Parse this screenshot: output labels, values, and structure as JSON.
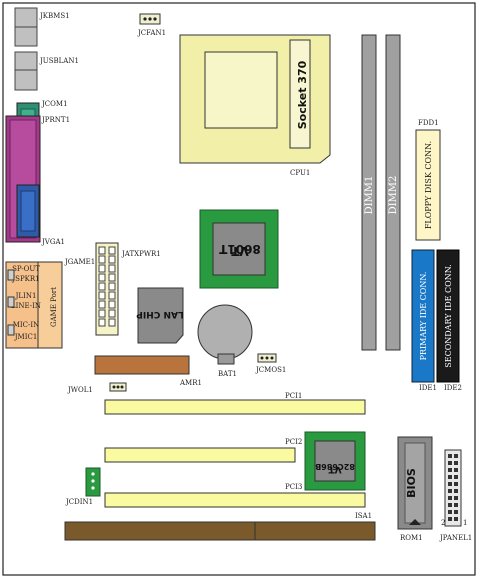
{
  "labels": {
    "jkbms1": "JKBMS1",
    "jcfan1": "JCFAN1",
    "jusblan1": "JUSBLAN1",
    "jcom1": "JCOM1",
    "jprnt1": "JPRNT1",
    "jvga1": "JVGA1",
    "jgame1": "JGAME1",
    "spout": "SP-OUT",
    "jspkr1": "JSPKR1",
    "jlin1": "JLIN1",
    "linein": "LINE-IN",
    "micin": "MIC-IN",
    "jmic1": "JMIC1",
    "gameport": "GAME Port",
    "socket": "Socket 370",
    "cpu1": "CPU1",
    "dimm1": "DIMM1",
    "dimm2": "DIMM2",
    "fdd1": "FDD1",
    "floppy": "FLOPPY DISK CONN.",
    "chipA_name": "VT",
    "chipA_model": "8601T",
    "jatxpwr1": "JATXPWR1",
    "lanchip": "LAN CHIP",
    "primary_ide": "PRIMARY IDE CONN.",
    "secondary_ide": "SECONDARY IDE CONN.",
    "ide1": "IDE1",
    "ide2": "IDE2",
    "amr1": "AMR1",
    "bat1": "BAT1",
    "jcmos1": "JCMOS1",
    "jwol1": "JWOL1",
    "pci1": "PCI1",
    "pci2": "PCI2",
    "pci3": "PCI3",
    "chipB_name": "VT",
    "chipB_model": "82C686B",
    "bios": "BIOS",
    "rom1": "ROM1",
    "jcdin1": "JCDIN1",
    "isa1": "ISA1",
    "jpanel1": "JPANEL1",
    "pin1": "1",
    "pin2": "2"
  },
  "colors": {
    "serial_port": "#2e8f74",
    "parallel_port": "#a23a8a",
    "vga_port": "#2f5aa8",
    "audio_block": "#f5c08a",
    "socket": "#f2f0a8",
    "dimm": "#a0a0a0",
    "floppy": "#fff6c8",
    "chip_pcb": "#2a9a40",
    "chip_die": "#8a8a8a",
    "primary_ide": "#1a78c8",
    "secondary_ide": "#1a1a1a",
    "pci_slot": "#fafaa0",
    "isa_slot": "#7a5a2a",
    "amr_slot": "#b8743c",
    "bios_chip": "#8a8a8a"
  }
}
